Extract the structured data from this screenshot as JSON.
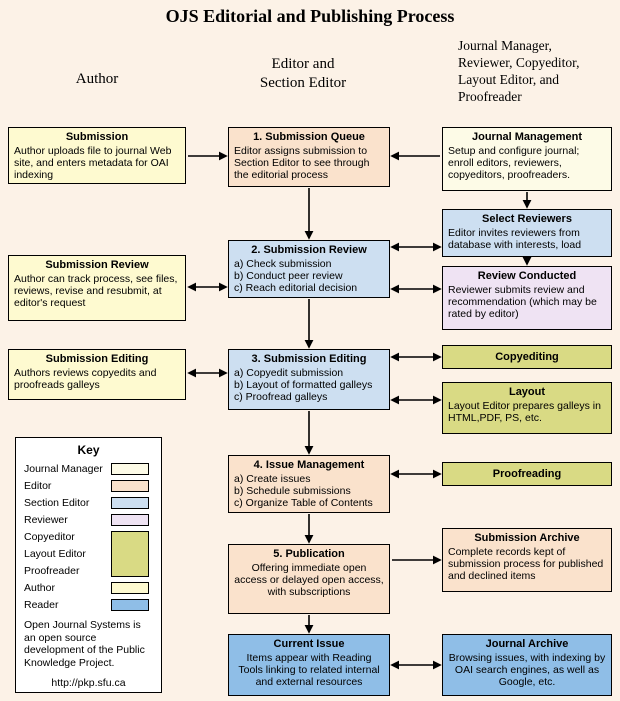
{
  "title": "OJS Editorial and Publishing Process",
  "headers": {
    "author": "Author",
    "editor": "Editor and\nSection Editor",
    "manager": "Journal Manager,\nReviewer, Copyeditor,\nLayout Editor, and\nProofreader"
  },
  "palette": {
    "background": "#FCF2E7",
    "journal_manager": "#FDFBE7",
    "editor": "#FAE2CC",
    "section_editor": "#CDDFF1",
    "reviewer": "#EFE3F3",
    "copyeditor": "#D9DA84",
    "author": "#FEFAD0",
    "reader": "#8FBEE7",
    "key_background": "#FFFFFF",
    "border": "#000000"
  },
  "left": [
    {
      "title": "Submission",
      "body": "Author uploads file to journal Web site, and enters metadata for OAI indexing"
    },
    {
      "title": "Submission Review",
      "body": "Author can track process, see files, reviews, revise and resubmit, at editor's request"
    },
    {
      "title": "Submission Editing",
      "body": "Authors reviews copyedits and proofreads galleys"
    }
  ],
  "center": [
    {
      "title": "1. Submission Queue",
      "body": "Editor assigns submission to Section Editor to see through the editorial process"
    },
    {
      "title": "2. Submission Review",
      "body": "a) Check submission\nb) Conduct peer review\nc) Reach editorial decision"
    },
    {
      "title": "3. Submission Editing",
      "body": "a) Copyedit submission\nb) Layout of formatted galleys\nc) Proofread galleys"
    },
    {
      "title": "4. Issue Management",
      "body": "a) Create issues\nb) Schedule submissions\nc) Organize Table of Contents"
    },
    {
      "title": "5. Publication",
      "body": "Offering immediate open access or delayed open access, with subscriptions"
    },
    {
      "title": "Current Issue",
      "body": "Items appear with Reading Tools linking to related internal and external resources"
    }
  ],
  "right": [
    {
      "title": "Journal Management",
      "body": "Setup and configure journal; enroll editors, reviewers, copyeditors, proofreaders."
    },
    {
      "title": "Select Reviewers",
      "body": "Editor invites reviewers from database with interests, load"
    },
    {
      "title": "Review Conducted",
      "body": "Reviewer submits review and recommendation (which may be rated by editor)"
    },
    {
      "title": "Copyediting",
      "body": ""
    },
    {
      "title": "Layout",
      "body": "Layout Editor prepares galleys in HTML,PDF, PS, etc."
    },
    {
      "title": "Proofreading",
      "body": ""
    },
    {
      "title": "Submission Archive",
      "body": "Complete records kept of submission process for published and declined items"
    },
    {
      "title": "Journal Archive",
      "body": "Browsing issues, with indexing by OAI search engines, as well as Google, etc."
    }
  ],
  "key": {
    "title": "Key",
    "items": [
      {
        "label": "Journal Manager"
      },
      {
        "label": "Editor"
      },
      {
        "label": "Section Editor"
      },
      {
        "label": "Reviewer"
      },
      {
        "label": "Copyeditor"
      },
      {
        "label": "Layout Editor"
      },
      {
        "label": "Proofreader"
      },
      {
        "label": "Author"
      },
      {
        "label": "Reader"
      }
    ],
    "note": "Open Journal Systems is an open source development of the Public Knowledge Project.",
    "url": "http://pkp.sfu.ca"
  }
}
